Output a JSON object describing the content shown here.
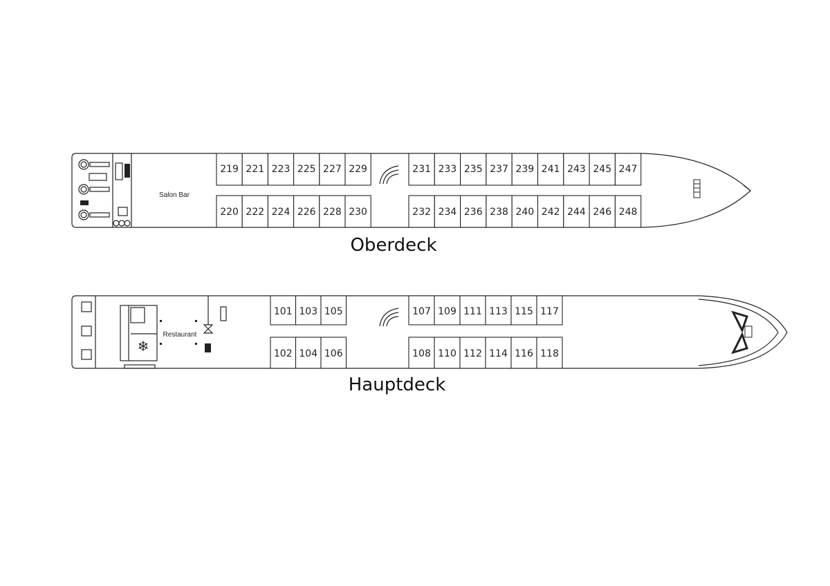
{
  "decks": [
    {
      "name": "Oberdeck",
      "rooms": [
        "Salon Bar"
      ],
      "cabins_top_a": [
        "219",
        "221",
        "223",
        "225",
        "227",
        "229"
      ],
      "cabins_bottom_a": [
        "220",
        "222",
        "224",
        "226",
        "228",
        "230"
      ],
      "cabins_top_b": [
        "231",
        "233",
        "235",
        "237",
        "239",
        "241",
        "243",
        "245",
        "247"
      ],
      "cabins_bottom_b": [
        "232",
        "234",
        "236",
        "238",
        "240",
        "242",
        "244",
        "246",
        "248"
      ]
    },
    {
      "name": "Hauptdeck",
      "rooms": [
        "Restaurant"
      ],
      "cabins_top_a": [
        "101",
        "103",
        "105"
      ],
      "cabins_bottom_a": [
        "102",
        "104",
        "106"
      ],
      "cabins_top_b": [
        "107",
        "109",
        "111",
        "113",
        "115",
        "117"
      ],
      "cabins_bottom_b": [
        "108",
        "110",
        "112",
        "114",
        "116",
        "118"
      ]
    }
  ],
  "icons": [
    "lifebuoy-icon",
    "staircase-icon",
    "snowflake-icon",
    "elevator-icon"
  ],
  "colors": {
    "line": "#222222",
    "background": "#ffffff"
  }
}
